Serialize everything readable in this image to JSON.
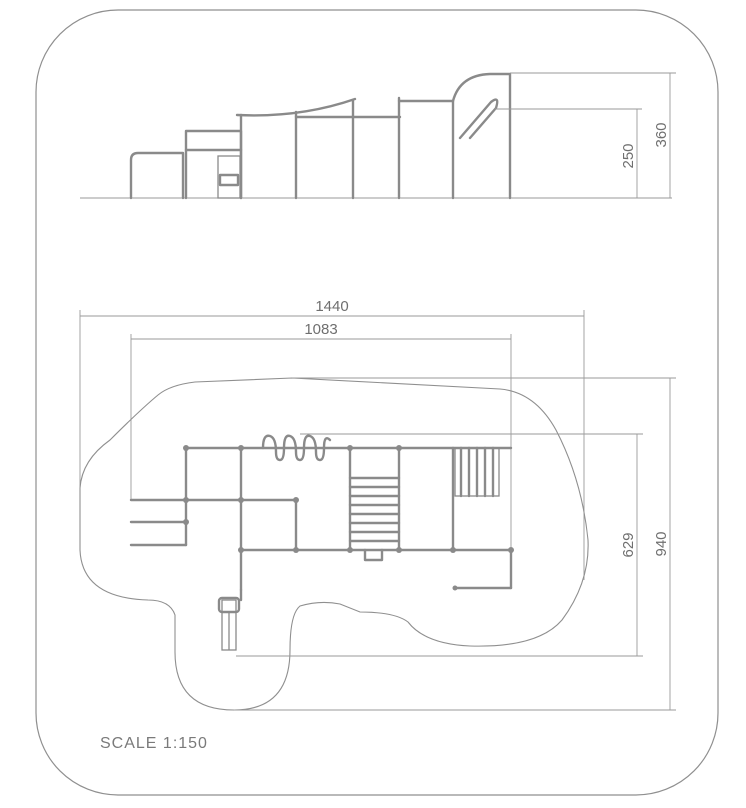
{
  "drawing": {
    "side_view": {
      "dimensions": [
        {
          "label": "250"
        },
        {
          "label": "360"
        }
      ]
    },
    "plan_view": {
      "dimensions": [
        {
          "label": "1440"
        },
        {
          "label": "1083"
        },
        {
          "label": "629"
        },
        {
          "label": "940"
        }
      ]
    },
    "scale_label": "SCALE 1:150"
  },
  "colors": {
    "line": "#8a8a8a",
    "frame": "#8f8f8f",
    "text": "#6f6f6f",
    "background": "#ffffff"
  }
}
